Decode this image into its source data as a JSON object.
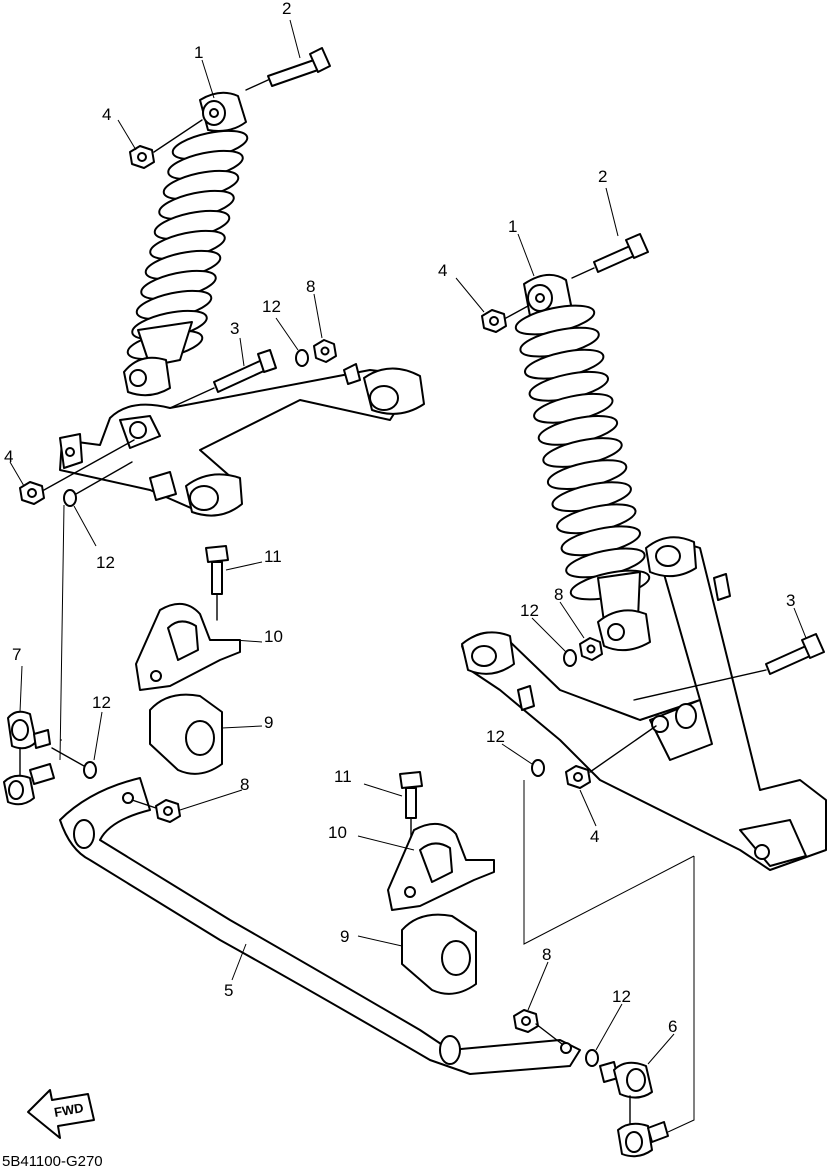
{
  "diagram": {
    "type": "exploded parts diagram",
    "code": "5B41100-G270",
    "fwd_arrow": "FWD",
    "callouts": [
      {
        "id": "c2a",
        "number": "2"
      },
      {
        "id": "c1a",
        "number": "1"
      },
      {
        "id": "c4a",
        "number": "4"
      },
      {
        "id": "c12a",
        "number": "12"
      },
      {
        "id": "c8a",
        "number": "8"
      },
      {
        "id": "c3a",
        "number": "3"
      },
      {
        "id": "c4b",
        "number": "4"
      },
      {
        "id": "c12b",
        "number": "12"
      },
      {
        "id": "c11a",
        "number": "11"
      },
      {
        "id": "c10a",
        "number": "10"
      },
      {
        "id": "c7",
        "number": "7"
      },
      {
        "id": "c12c",
        "number": "12"
      },
      {
        "id": "c9a",
        "number": "9"
      },
      {
        "id": "c8b",
        "number": "8"
      },
      {
        "id": "c2b",
        "number": "2"
      },
      {
        "id": "c1b",
        "number": "1"
      },
      {
        "id": "c4c",
        "number": "4"
      },
      {
        "id": "c12d",
        "number": "12"
      },
      {
        "id": "c8c",
        "number": "8"
      },
      {
        "id": "c3b",
        "number": "3"
      },
      {
        "id": "c12e",
        "number": "12"
      },
      {
        "id": "c4d",
        "number": "4"
      },
      {
        "id": "c11b",
        "number": "11"
      },
      {
        "id": "c10b",
        "number": "10"
      },
      {
        "id": "c9b",
        "number": "9"
      },
      {
        "id": "c5",
        "number": "5"
      },
      {
        "id": "c8d",
        "number": "8"
      },
      {
        "id": "c12f",
        "number": "12"
      },
      {
        "id": "c6",
        "number": "6"
      }
    ]
  }
}
